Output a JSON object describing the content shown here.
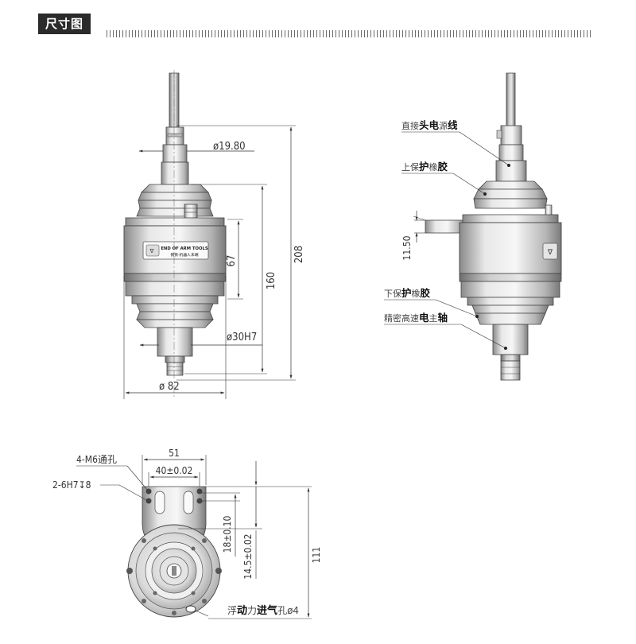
{
  "header": {
    "title": "尺寸图"
  },
  "front_view": {
    "dim_cable_dia": "ø19.80",
    "dim_body_height": "67",
    "dim_mid_height": "160",
    "dim_total_height": "208",
    "dim_spindle_dia": "ø30H7",
    "dim_outer_dia": "ø 82",
    "label_plate_title": "END OF ARM TOOLS",
    "label_plate_sub": "钢铁·机器人末端"
  },
  "side_view": {
    "dim_bracket": "11.50",
    "callouts": [
      {
        "prefix": "直接",
        "emph": "头电",
        "mid": "源",
        "tail": "线"
      },
      {
        "prefix": "上保",
        "emph": "护",
        "mid": "橡",
        "tail": "胶"
      },
      {
        "prefix": "下保",
        "emph": "护",
        "mid": "橡",
        "tail": "胶"
      },
      {
        "prefix": "精密高速",
        "emph": "电",
        "mid": "主",
        "tail": "轴"
      }
    ]
  },
  "bottom_view": {
    "label_holes": "4-M6通孔",
    "label_pins": "2-6H7↧8",
    "dim_width": "51",
    "dim_hole_spacing": "40±0.02",
    "dim_slot": "18±0.10",
    "dim_pin_offset": "14.5±0.02",
    "dim_height": "111",
    "callout_air": {
      "prefix": "浮",
      "emph": "动",
      "mid": "力",
      "bold2": "进气",
      "tail": "孔ø4"
    }
  }
}
